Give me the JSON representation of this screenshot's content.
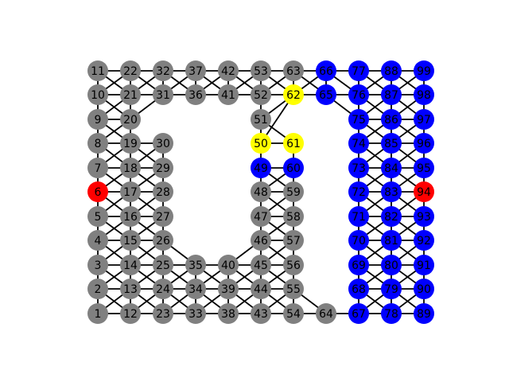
{
  "colors": {
    "gray": "#808080",
    "blue": "#0000ff",
    "yellow": "#ffff00",
    "red": "#ff0000",
    "edge": "#000000"
  },
  "nodes": [
    {
      "id": "1",
      "color": "gray"
    },
    {
      "id": "2",
      "color": "gray"
    },
    {
      "id": "3",
      "color": "gray"
    },
    {
      "id": "4",
      "color": "gray"
    },
    {
      "id": "5",
      "color": "gray"
    },
    {
      "id": "6",
      "color": "red"
    },
    {
      "id": "7",
      "color": "gray"
    },
    {
      "id": "8",
      "color": "gray"
    },
    {
      "id": "9",
      "color": "gray"
    },
    {
      "id": "10",
      "color": "gray"
    },
    {
      "id": "11",
      "color": "gray"
    },
    {
      "id": "12",
      "color": "gray"
    },
    {
      "id": "13",
      "color": "gray"
    },
    {
      "id": "14",
      "color": "gray"
    },
    {
      "id": "15",
      "color": "gray"
    },
    {
      "id": "16",
      "color": "gray"
    },
    {
      "id": "17",
      "color": "gray"
    },
    {
      "id": "18",
      "color": "gray"
    },
    {
      "id": "19",
      "color": "gray"
    },
    {
      "id": "20",
      "color": "gray"
    },
    {
      "id": "21",
      "color": "gray"
    },
    {
      "id": "22",
      "color": "gray"
    },
    {
      "id": "23",
      "color": "gray"
    },
    {
      "id": "24",
      "color": "gray"
    },
    {
      "id": "25",
      "color": "gray"
    },
    {
      "id": "26",
      "color": "gray"
    },
    {
      "id": "27",
      "color": "gray"
    },
    {
      "id": "28",
      "color": "gray"
    },
    {
      "id": "29",
      "color": "gray"
    },
    {
      "id": "30",
      "color": "gray"
    },
    {
      "id": "31",
      "color": "gray"
    },
    {
      "id": "32",
      "color": "gray"
    },
    {
      "id": "33",
      "color": "gray"
    },
    {
      "id": "34",
      "color": "gray"
    },
    {
      "id": "35",
      "color": "gray"
    },
    {
      "id": "36",
      "color": "gray"
    },
    {
      "id": "37",
      "color": "gray"
    },
    {
      "id": "38",
      "color": "gray"
    },
    {
      "id": "39",
      "color": "gray"
    },
    {
      "id": "40",
      "color": "gray"
    },
    {
      "id": "41",
      "color": "gray"
    },
    {
      "id": "42",
      "color": "gray"
    },
    {
      "id": "43",
      "color": "gray"
    },
    {
      "id": "44",
      "color": "gray"
    },
    {
      "id": "45",
      "color": "gray"
    },
    {
      "id": "46",
      "color": "gray"
    },
    {
      "id": "47",
      "color": "gray"
    },
    {
      "id": "48",
      "color": "gray"
    },
    {
      "id": "49",
      "color": "blue"
    },
    {
      "id": "50",
      "color": "yellow"
    },
    {
      "id": "51",
      "color": "gray"
    },
    {
      "id": "52",
      "color": "gray"
    },
    {
      "id": "53",
      "color": "gray"
    },
    {
      "id": "54",
      "color": "gray"
    },
    {
      "id": "55",
      "color": "gray"
    },
    {
      "id": "56",
      "color": "gray"
    },
    {
      "id": "57",
      "color": "gray"
    },
    {
      "id": "58",
      "color": "gray"
    },
    {
      "id": "59",
      "color": "gray"
    },
    {
      "id": "60",
      "color": "blue"
    },
    {
      "id": "61",
      "color": "yellow"
    },
    {
      "id": "62",
      "color": "yellow"
    },
    {
      "id": "63",
      "color": "gray"
    },
    {
      "id": "64",
      "color": "gray"
    },
    {
      "id": "65",
      "color": "blue"
    },
    {
      "id": "66",
      "color": "blue"
    },
    {
      "id": "67",
      "color": "blue"
    },
    {
      "id": "68",
      "color": "blue"
    },
    {
      "id": "69",
      "color": "blue"
    },
    {
      "id": "70",
      "color": "blue"
    },
    {
      "id": "71",
      "color": "blue"
    },
    {
      "id": "72",
      "color": "blue"
    },
    {
      "id": "73",
      "color": "blue"
    },
    {
      "id": "74",
      "color": "blue"
    },
    {
      "id": "75",
      "color": "blue"
    },
    {
      "id": "76",
      "color": "blue"
    },
    {
      "id": "77",
      "color": "blue"
    },
    {
      "id": "78",
      "color": "blue"
    },
    {
      "id": "79",
      "color": "blue"
    },
    {
      "id": "80",
      "color": "blue"
    },
    {
      "id": "81",
      "color": "blue"
    },
    {
      "id": "82",
      "color": "blue"
    },
    {
      "id": "83",
      "color": "blue"
    },
    {
      "id": "84",
      "color": "blue"
    },
    {
      "id": "85",
      "color": "blue"
    },
    {
      "id": "86",
      "color": "blue"
    },
    {
      "id": "87",
      "color": "blue"
    },
    {
      "id": "88",
      "color": "blue"
    },
    {
      "id": "89",
      "color": "blue"
    },
    {
      "id": "90",
      "color": "blue"
    },
    {
      "id": "91",
      "color": "blue"
    },
    {
      "id": "92",
      "color": "blue"
    },
    {
      "id": "93",
      "color": "blue"
    },
    {
      "id": "94",
      "color": "red"
    },
    {
      "id": "95",
      "color": "blue"
    },
    {
      "id": "96",
      "color": "blue"
    },
    {
      "id": "97",
      "color": "blue"
    },
    {
      "id": "98",
      "color": "blue"
    },
    {
      "id": "99",
      "color": "blue"
    }
  ],
  "edges": [
    [
      "1",
      "2"
    ],
    [
      "2",
      "3"
    ],
    [
      "3",
      "4"
    ],
    [
      "4",
      "5"
    ],
    [
      "5",
      "6"
    ],
    [
      "6",
      "7"
    ],
    [
      "7",
      "8"
    ],
    [
      "8",
      "9"
    ],
    [
      "9",
      "10"
    ],
    [
      "10",
      "11"
    ],
    [
      "12",
      "13"
    ],
    [
      "13",
      "14"
    ],
    [
      "14",
      "15"
    ],
    [
      "15",
      "16"
    ],
    [
      "16",
      "17"
    ],
    [
      "17",
      "18"
    ],
    [
      "18",
      "19"
    ],
    [
      "19",
      "20"
    ],
    [
      "20",
      "21"
    ],
    [
      "21",
      "22"
    ],
    [
      "23",
      "24"
    ],
    [
      "24",
      "25"
    ],
    [
      "25",
      "26"
    ],
    [
      "26",
      "27"
    ],
    [
      "27",
      "28"
    ],
    [
      "28",
      "29"
    ],
    [
      "29",
      "30"
    ],
    [
      "31",
      "32"
    ],
    [
      "33",
      "34"
    ],
    [
      "34",
      "35"
    ],
    [
      "36",
      "37"
    ],
    [
      "38",
      "39"
    ],
    [
      "39",
      "40"
    ],
    [
      "41",
      "42"
    ],
    [
      "43",
      "44"
    ],
    [
      "44",
      "45"
    ],
    [
      "45",
      "46"
    ],
    [
      "46",
      "47"
    ],
    [
      "47",
      "48"
    ],
    [
      "48",
      "49"
    ],
    [
      "49",
      "50"
    ],
    [
      "51",
      "52"
    ],
    [
      "52",
      "53"
    ],
    [
      "54",
      "55"
    ],
    [
      "55",
      "56"
    ],
    [
      "56",
      "57"
    ],
    [
      "57",
      "58"
    ],
    [
      "58",
      "59"
    ],
    [
      "59",
      "60"
    ],
    [
      "60",
      "61"
    ],
    [
      "62",
      "63"
    ],
    [
      "65",
      "66"
    ],
    [
      "67",
      "68"
    ],
    [
      "68",
      "69"
    ],
    [
      "69",
      "70"
    ],
    [
      "70",
      "71"
    ],
    [
      "71",
      "72"
    ],
    [
      "72",
      "73"
    ],
    [
      "73",
      "74"
    ],
    [
      "74",
      "75"
    ],
    [
      "75",
      "76"
    ],
    [
      "76",
      "77"
    ],
    [
      "78",
      "79"
    ],
    [
      "79",
      "80"
    ],
    [
      "80",
      "81"
    ],
    [
      "81",
      "82"
    ],
    [
      "82",
      "83"
    ],
    [
      "83",
      "84"
    ],
    [
      "84",
      "85"
    ],
    [
      "85",
      "86"
    ],
    [
      "86",
      "87"
    ],
    [
      "87",
      "88"
    ],
    [
      "89",
      "90"
    ],
    [
      "90",
      "91"
    ],
    [
      "91",
      "92"
    ],
    [
      "92",
      "93"
    ],
    [
      "93",
      "94"
    ],
    [
      "94",
      "95"
    ],
    [
      "95",
      "96"
    ],
    [
      "96",
      "97"
    ],
    [
      "97",
      "98"
    ],
    [
      "98",
      "99"
    ],
    [
      "1",
      "12"
    ],
    [
      "12",
      "23"
    ],
    [
      "23",
      "33"
    ],
    [
      "33",
      "38"
    ],
    [
      "38",
      "43"
    ],
    [
      "43",
      "54"
    ],
    [
      "54",
      "64"
    ],
    [
      "64",
      "67"
    ],
    [
      "67",
      "78"
    ],
    [
      "78",
      "89"
    ],
    [
      "2",
      "13"
    ],
    [
      "13",
      "24"
    ],
    [
      "24",
      "34"
    ],
    [
      "34",
      "39"
    ],
    [
      "39",
      "44"
    ],
    [
      "44",
      "55"
    ],
    [
      "68",
      "79"
    ],
    [
      "79",
      "90"
    ],
    [
      "3",
      "14"
    ],
    [
      "14",
      "25"
    ],
    [
      "25",
      "35"
    ],
    [
      "35",
      "40"
    ],
    [
      "40",
      "45"
    ],
    [
      "45",
      "56"
    ],
    [
      "69",
      "80"
    ],
    [
      "80",
      "91"
    ],
    [
      "4",
      "15"
    ],
    [
      "15",
      "26"
    ],
    [
      "46",
      "57"
    ],
    [
      "70",
      "81"
    ],
    [
      "81",
      "92"
    ],
    [
      "5",
      "16"
    ],
    [
      "16",
      "27"
    ],
    [
      "47",
      "58"
    ],
    [
      "71",
      "82"
    ],
    [
      "82",
      "93"
    ],
    [
      "6",
      "17"
    ],
    [
      "17",
      "28"
    ],
    [
      "48",
      "59"
    ],
    [
      "72",
      "83"
    ],
    [
      "83",
      "94"
    ],
    [
      "7",
      "18"
    ],
    [
      "18",
      "29"
    ],
    [
      "49",
      "60"
    ],
    [
      "73",
      "84"
    ],
    [
      "84",
      "95"
    ],
    [
      "8",
      "19"
    ],
    [
      "19",
      "30"
    ],
    [
      "50",
      "61"
    ],
    [
      "74",
      "85"
    ],
    [
      "85",
      "96"
    ],
    [
      "9",
      "20"
    ],
    [
      "75",
      "86"
    ],
    [
      "86",
      "97"
    ],
    [
      "10",
      "21"
    ],
    [
      "21",
      "31"
    ],
    [
      "31",
      "36"
    ],
    [
      "36",
      "41"
    ],
    [
      "41",
      "52"
    ],
    [
      "52",
      "62"
    ],
    [
      "62",
      "65"
    ],
    [
      "65",
      "76"
    ],
    [
      "76",
      "87"
    ],
    [
      "87",
      "98"
    ],
    [
      "11",
      "22"
    ],
    [
      "22",
      "32"
    ],
    [
      "32",
      "37"
    ],
    [
      "37",
      "42"
    ],
    [
      "42",
      "53"
    ],
    [
      "53",
      "63"
    ],
    [
      "63",
      "66"
    ],
    [
      "66",
      "77"
    ],
    [
      "77",
      "88"
    ],
    [
      "88",
      "99"
    ],
    [
      "1",
      "13"
    ],
    [
      "2",
      "12"
    ],
    [
      "2",
      "14"
    ],
    [
      "3",
      "13"
    ],
    [
      "3",
      "15"
    ],
    [
      "4",
      "14"
    ],
    [
      "4",
      "16"
    ],
    [
      "5",
      "15"
    ],
    [
      "5",
      "17"
    ],
    [
      "6",
      "16"
    ],
    [
      "6",
      "18"
    ],
    [
      "7",
      "17"
    ],
    [
      "7",
      "19"
    ],
    [
      "8",
      "18"
    ],
    [
      "8",
      "20"
    ],
    [
      "9",
      "19"
    ],
    [
      "9",
      "21"
    ],
    [
      "10",
      "20"
    ],
    [
      "10",
      "22"
    ],
    [
      "11",
      "21"
    ],
    [
      "12",
      "24"
    ],
    [
      "13",
      "23"
    ],
    [
      "13",
      "25"
    ],
    [
      "14",
      "24"
    ],
    [
      "14",
      "26"
    ],
    [
      "15",
      "25"
    ],
    [
      "15",
      "27"
    ],
    [
      "16",
      "26"
    ],
    [
      "16",
      "28"
    ],
    [
      "17",
      "27"
    ],
    [
      "17",
      "29"
    ],
    [
      "18",
      "28"
    ],
    [
      "18",
      "30"
    ],
    [
      "19",
      "29"
    ],
    [
      "20",
      "31"
    ],
    [
      "21",
      "32"
    ],
    [
      "22",
      "31"
    ],
    [
      "23",
      "34"
    ],
    [
      "24",
      "33"
    ],
    [
      "24",
      "35"
    ],
    [
      "25",
      "34"
    ],
    [
      "26",
      "35"
    ],
    [
      "31",
      "37"
    ],
    [
      "32",
      "36"
    ],
    [
      "33",
      "39"
    ],
    [
      "34",
      "38"
    ],
    [
      "34",
      "40"
    ],
    [
      "35",
      "39"
    ],
    [
      "36",
      "42"
    ],
    [
      "37",
      "41"
    ],
    [
      "38",
      "44"
    ],
    [
      "39",
      "43"
    ],
    [
      "39",
      "45"
    ],
    [
      "40",
      "44"
    ],
    [
      "40",
      "46"
    ],
    [
      "41",
      "53"
    ],
    [
      "42",
      "52"
    ],
    [
      "43",
      "55"
    ],
    [
      "44",
      "54"
    ],
    [
      "44",
      "56"
    ],
    [
      "45",
      "55"
    ],
    [
      "45",
      "57"
    ],
    [
      "46",
      "56"
    ],
    [
      "46",
      "58"
    ],
    [
      "47",
      "57"
    ],
    [
      "47",
      "59"
    ],
    [
      "48",
      "58"
    ],
    [
      "48",
      "60"
    ],
    [
      "49",
      "59"
    ],
    [
      "50",
      "62"
    ],
    [
      "51",
      "61"
    ],
    [
      "51",
      "50"
    ],
    [
      "51",
      "62"
    ],
    [
      "52",
      "63"
    ],
    [
      "53",
      "62"
    ],
    [
      "62",
      "66"
    ],
    [
      "63",
      "65"
    ],
    [
      "55",
      "64"
    ],
    [
      "65",
      "75"
    ],
    [
      "66",
      "76"
    ],
    [
      "67",
      "79"
    ],
    [
      "68",
      "78"
    ],
    [
      "68",
      "80"
    ],
    [
      "69",
      "79"
    ],
    [
      "69",
      "81"
    ],
    [
      "70",
      "80"
    ],
    [
      "70",
      "82"
    ],
    [
      "71",
      "81"
    ],
    [
      "71",
      "83"
    ],
    [
      "72",
      "82"
    ],
    [
      "72",
      "84"
    ],
    [
      "73",
      "83"
    ],
    [
      "73",
      "85"
    ],
    [
      "74",
      "84"
    ],
    [
      "74",
      "86"
    ],
    [
      "75",
      "85"
    ],
    [
      "75",
      "87"
    ],
    [
      "76",
      "86"
    ],
    [
      "76",
      "88"
    ],
    [
      "77",
      "87"
    ],
    [
      "78",
      "90"
    ],
    [
      "79",
      "89"
    ],
    [
      "79",
      "91"
    ],
    [
      "80",
      "90"
    ],
    [
      "80",
      "92"
    ],
    [
      "81",
      "91"
    ],
    [
      "81",
      "93"
    ],
    [
      "82",
      "92"
    ],
    [
      "82",
      "94"
    ],
    [
      "83",
      "93"
    ],
    [
      "83",
      "95"
    ],
    [
      "84",
      "94"
    ],
    [
      "84",
      "96"
    ],
    [
      "85",
      "95"
    ],
    [
      "85",
      "97"
    ],
    [
      "86",
      "96"
    ],
    [
      "86",
      "98"
    ],
    [
      "87",
      "97"
    ],
    [
      "87",
      "99"
    ],
    [
      "88",
      "98"
    ]
  ]
}
